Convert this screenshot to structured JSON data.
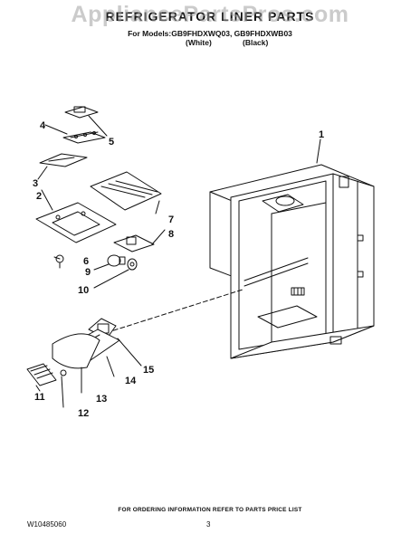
{
  "watermark": "AppliancePartsPros.com",
  "header": {
    "title": "REFRIGERATOR LINER PARTS",
    "models_line": "For Models:GB9FHDXWQ03, GB9FHDXWB03",
    "variant_white": "(White)",
    "variant_black": "(Black)"
  },
  "callouts": [
    "1",
    "2",
    "3",
    "4",
    "5",
    "6",
    "7",
    "8",
    "9",
    "10",
    "11",
    "12",
    "13",
    "14",
    "15"
  ],
  "footer": {
    "ordering_note": "FOR ORDERING INFORMATION REFER TO PARTS PRICE LIST",
    "doc_number": "W10485060",
    "page_number": "3"
  }
}
